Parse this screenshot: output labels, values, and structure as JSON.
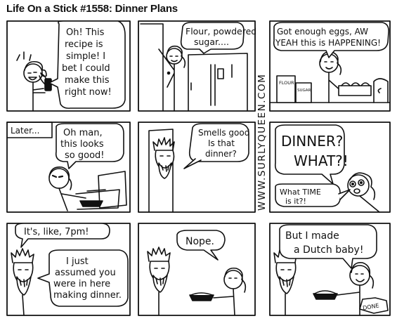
{
  "comic": {
    "title": "Life On a Stick #1558: Dinner Plans",
    "watermark": "WWW.SURLYQUEEN.COM",
    "signature": "DONE",
    "panels": [
      {
        "speech": [
          "Oh! This",
          "recipe is",
          "simple! I",
          "bet I could",
          "make this",
          "right now!"
        ]
      },
      {
        "speech": [
          "Flour, powdered",
          "sugar...."
        ]
      },
      {
        "speech": [
          "Got enough eggs, AW",
          "YEAH this is HAPPENING!"
        ],
        "labels": {
          "flour": "FLOUR",
          "sugar": "SUGAR"
        }
      },
      {
        "caption": "Later...",
        "speech": [
          "Oh man,",
          "this looks",
          "so good!"
        ]
      },
      {
        "speech": [
          "Smells good",
          "Is that",
          "dinner?"
        ]
      },
      {
        "speech": [
          "DINNER?",
          "WHAT?!"
        ],
        "speech2": [
          "What TIME",
          "is it?!"
        ]
      },
      {
        "speech": [
          "It's, like, 7pm!"
        ],
        "speech2": [
          "I just",
          "assumed you",
          "were in here",
          "making dinner."
        ]
      },
      {
        "speech": [
          "Nope."
        ]
      },
      {
        "speech": [
          "But I made",
          "a Dutch baby!"
        ]
      }
    ]
  }
}
